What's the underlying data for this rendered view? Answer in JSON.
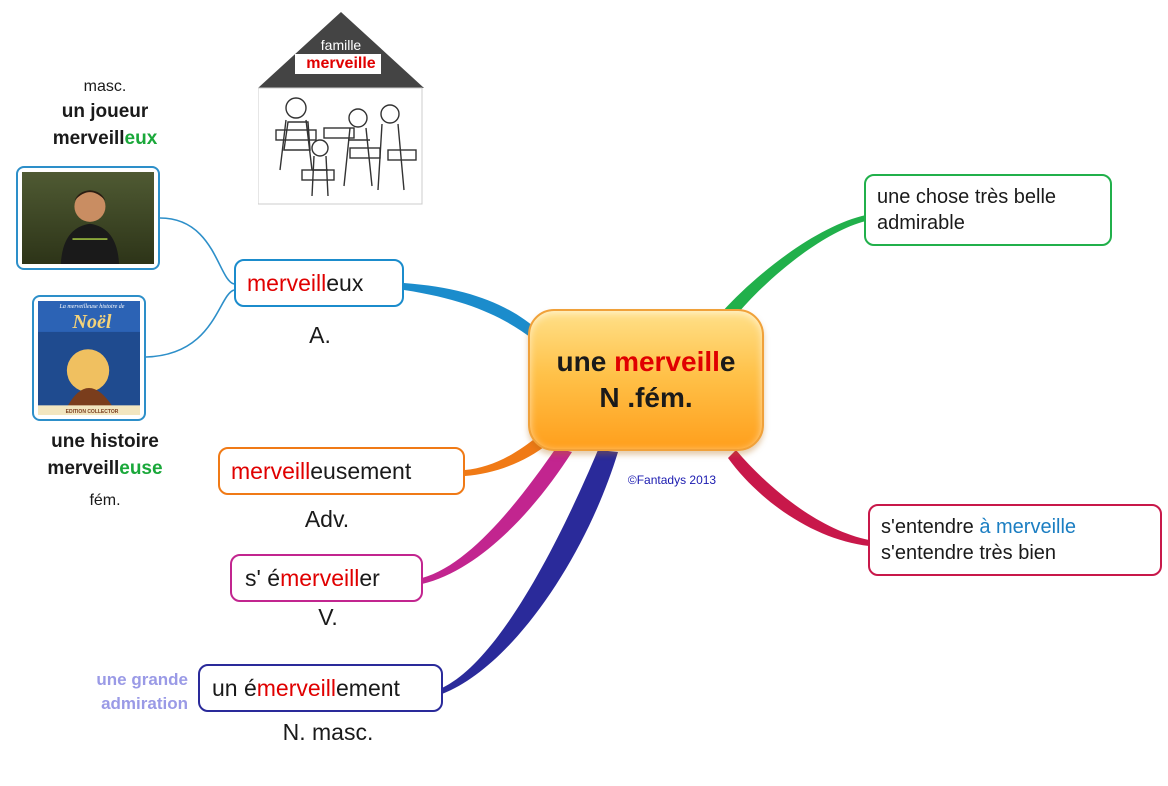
{
  "center": {
    "word_prefix": "une ",
    "word_highlight": "merveill",
    "word_suffix": "e",
    "category": "N .fém."
  },
  "copyright": "©Fantadys 2013",
  "house": {
    "top": "famille",
    "label": "merveille"
  },
  "branches": {
    "adjective": {
      "prefix": "",
      "highlight": "merveill",
      "suffix": "eux",
      "category": "A.",
      "color": "#1b8ccc"
    },
    "adverb": {
      "prefix": "",
      "highlight": "merveill",
      "suffix": "eusement",
      "category": "Adv.",
      "color": "#f07a16"
    },
    "verb": {
      "prefix": "s' é",
      "highlight": "merveill",
      "suffix": "er",
      "category": "V.",
      "color": "#c2258f"
    },
    "noun": {
      "prefix": "un é",
      "highlight": "merveill",
      "suffix": "ement",
      "category": "N. masc.",
      "color": "#2a2a9a",
      "note_line1": "une grande",
      "note_line2": "admiration"
    },
    "definition": {
      "line1": "une chose très belle",
      "line2": "admirable",
      "color": "#21b04b"
    },
    "expression": {
      "line1_prefix": "s'entendre ",
      "line1_highlight": "à merveille",
      "line2": "s'entendre très bien",
      "color": "#c8184a"
    }
  },
  "examples": {
    "masc": {
      "gender": "masc.",
      "line1": "un joueur",
      "stem": "merveill",
      "ending": "eux"
    },
    "fem": {
      "line1": "une histoire",
      "stem": "merveill",
      "ending": "euse",
      "gender": "fém."
    }
  },
  "book": {
    "title_small": "La merveilleuse histoire de",
    "title": "Noël",
    "footer": "EDITION COLLECTOR"
  }
}
